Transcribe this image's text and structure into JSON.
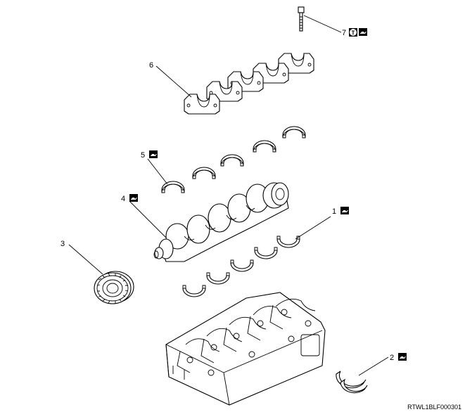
{
  "reference_code": "RTWL1BLF000301",
  "colors": {
    "line": "#000000",
    "background": "#ffffff",
    "icon_fill": "#000000"
  },
  "callouts": [
    {
      "id": "1",
      "label": "1",
      "icons": [
        "oil-can-icon"
      ]
    },
    {
      "id": "2",
      "label": "2",
      "icons": [
        "oil-can-icon"
      ]
    },
    {
      "id": "3",
      "label": "3",
      "icons": []
    },
    {
      "id": "4",
      "label": "4",
      "icons": [
        "oil-can-icon"
      ]
    },
    {
      "id": "5",
      "label": "5",
      "icons": [
        "oil-can-icon"
      ]
    },
    {
      "id": "6",
      "label": "6",
      "icons": []
    },
    {
      "id": "7",
      "label": "7",
      "icons": [
        "torque-icon",
        "oil-can-icon"
      ]
    }
  ],
  "torque_icon_letter": "T"
}
